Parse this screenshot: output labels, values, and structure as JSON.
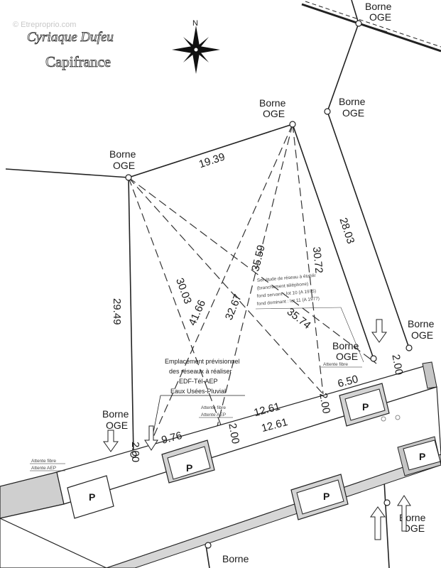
{
  "watermark": "© Etreproprio.com",
  "brand": {
    "name": "Cyriaque Dufeu",
    "company": "Capifrance"
  },
  "compass": {
    "north": "N"
  },
  "markers": {
    "borne_word": "Borne",
    "oge_word": "OGE",
    "points": [
      {
        "id": "top-right"
      },
      {
        "id": "right-upper"
      },
      {
        "id": "center-top"
      },
      {
        "id": "left"
      },
      {
        "id": "right-mid"
      },
      {
        "id": "center-right"
      },
      {
        "id": "bottom-left"
      },
      {
        "id": "bottom-right"
      },
      {
        "id": "bottom-center"
      }
    ]
  },
  "dimensions": {
    "top_edge": "19.39",
    "left_side": "29.49",
    "right_side": "28.03",
    "diag_a": "30.03",
    "diag_b": "41.66",
    "diag_c": "32.67",
    "diag_d": "35.59",
    "diag_e": "30.72",
    "diag_f": "35.74",
    "front_a": "12.61",
    "front_b": "12.61",
    "front_c": "9.76",
    "front_d": "6.50",
    "gap_left": "2.00",
    "gap_mid": "2.00",
    "gap_center": "2.00",
    "gap_right": "2.00"
  },
  "notes": {
    "networks": [
      "Emplacement prévisionnel",
      "des réseaux à réaliser",
      "EDF-Tél-AEP",
      "Eaux Usées-Pluvial"
    ],
    "attente_fibre": "Attente fibre",
    "attente_aep": "Attente AEP",
    "servitude": [
      "Servitude de réseau à établir",
      "(branchement téléphone)",
      "fond servant : lot 10 (A 1975)",
      "fond dominant : lot 11 (A 1977)"
    ]
  },
  "parking_label": "P"
}
